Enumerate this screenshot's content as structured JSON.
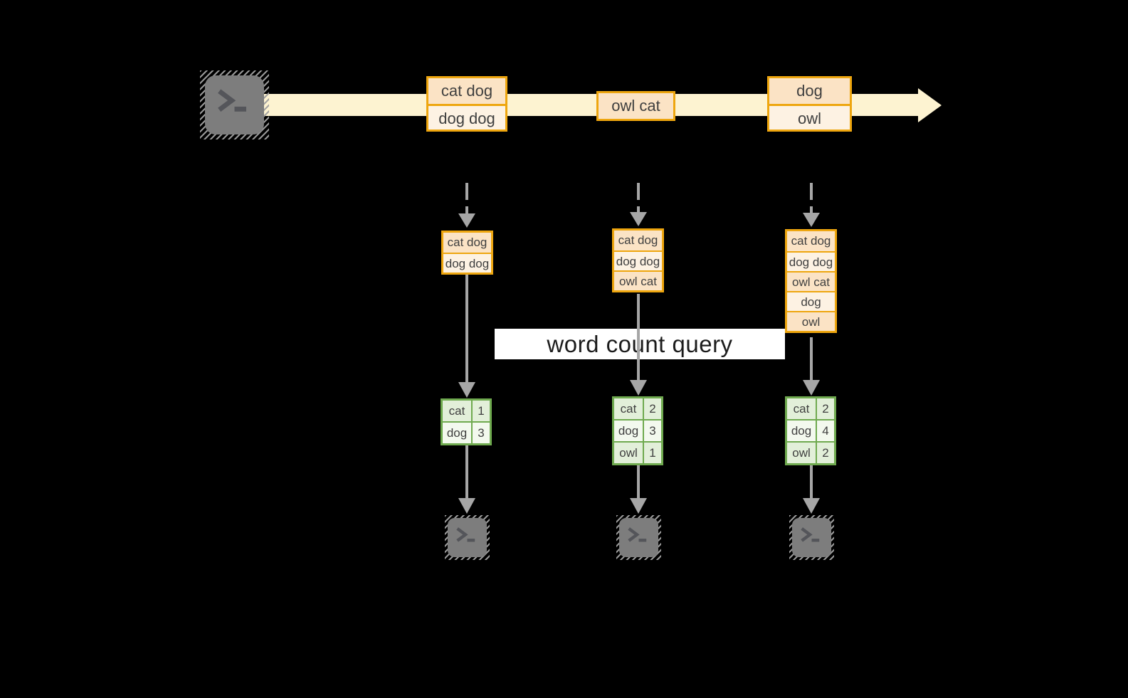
{
  "colors": {
    "bg": "#000000",
    "band": "#fdf3d1",
    "gold": "#eea60f",
    "peach": "#fbe3c5",
    "cream": "#fdf2e3",
    "green": "#6faa4f",
    "greenDark": "#e2efd9",
    "greenLight": "#f3f9ee",
    "gray": "#a6a6a6",
    "iconGray": "#7d7d7d",
    "iconGlyph": "#54555a",
    "textDark": "#3f3f3f",
    "queryBg": "#ffffff",
    "queryText": "#1c1c1c"
  },
  "query": {
    "label": "word count query"
  },
  "stream": {
    "events": [
      {
        "lines": [
          "cat dog",
          "dog dog"
        ]
      },
      {
        "lines": [
          "owl cat"
        ]
      },
      {
        "lines": [
          "dog",
          "owl"
        ]
      }
    ]
  },
  "columns": [
    {
      "buffer": [
        "cat dog",
        "dog dog"
      ],
      "counts": [
        {
          "word": "cat",
          "count": "1"
        },
        {
          "word": "dog",
          "count": "3"
        }
      ]
    },
    {
      "buffer": [
        "cat dog",
        "dog dog",
        "owl cat"
      ],
      "counts": [
        {
          "word": "cat",
          "count": "2"
        },
        {
          "word": "dog",
          "count": "3"
        },
        {
          "word": "owl",
          "count": "1"
        }
      ]
    },
    {
      "buffer": [
        "cat dog",
        "dog dog",
        "owl cat",
        "dog",
        "owl"
      ],
      "counts": [
        {
          "word": "cat",
          "count": "2"
        },
        {
          "word": "dog",
          "count": "4"
        },
        {
          "word": "owl",
          "count": "2"
        }
      ]
    }
  ]
}
